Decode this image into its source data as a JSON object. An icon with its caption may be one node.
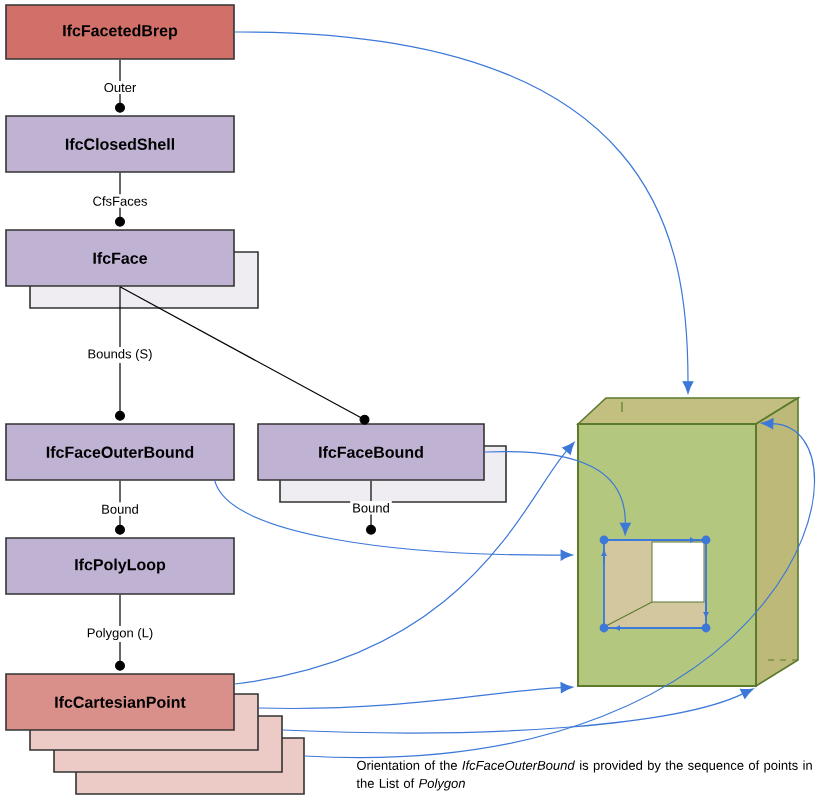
{
  "diagram": {
    "nodes": [
      {
        "text": [
          "IfcFacetedBrep"
        ]
      },
      {
        "text": [
          "IfcClosedShell"
        ]
      },
      {
        "text": [
          "IfcFace"
        ]
      },
      {
        "text": [
          "IfcFaceOuterBound"
        ]
      },
      {
        "text": [
          "IfcFaceBound"
        ]
      },
      {
        "text": [
          "IfcPolyLoop"
        ]
      },
      {
        "text": [
          "IfcCartesianPoint"
        ]
      },
      {
        "text": [],
        "shape": "picture"
      },
      {
        "text": [],
        "shape": "box",
        "in": 7
      },
      {
        "text": [],
        "shape": "box",
        "in": 8
      }
    ],
    "edges": [
      {
        "from": 0,
        "to": 1,
        "arrow": "to",
        "label": "Outer"
      },
      {
        "from": 1,
        "to": 2,
        "arrow": "to",
        "label": "CfsFaces"
      },
      {
        "from": 2,
        "to": 3,
        "arrow": "to",
        "label": "Bounds (S)"
      },
      {
        "from": 2,
        "to": 4,
        "arrow": "to"
      },
      {
        "from": 3,
        "to": 5,
        "arrow": "to",
        "label": "Bound"
      },
      {
        "from": 4,
        "to": null,
        "arrow": "to",
        "label": "Bound"
      },
      {
        "from": 5,
        "to": 6,
        "arrow": "to",
        "label": "Polygon (L)"
      },
      {
        "from": 0,
        "to": 7,
        "arrow": "to",
        "color": "#3c78d8"
      },
      {
        "from": 3,
        "to": 8,
        "arrow": "to",
        "color": "#3c78d8"
      },
      {
        "from": 4,
        "to": 9,
        "arrow": "to",
        "color": "#3c78d8"
      },
      {
        "from": 6,
        "to": 8,
        "arrow": "to",
        "color": "#3c78d8"
      },
      {
        "from": 6,
        "to": 8,
        "arrow": "to",
        "color": "#3c78d8"
      },
      {
        "from": 6,
        "to": 8,
        "arrow": "to",
        "color": "#3c78d8"
      },
      {
        "from": 6,
        "to": 8,
        "arrow": "to",
        "color": "#3c78d8"
      }
    ],
    "labels": [
      "Orientation of the *IfcFaceOuterBound* is provided by the sequence of points in the List of *Polygon*"
    ]
  }
}
